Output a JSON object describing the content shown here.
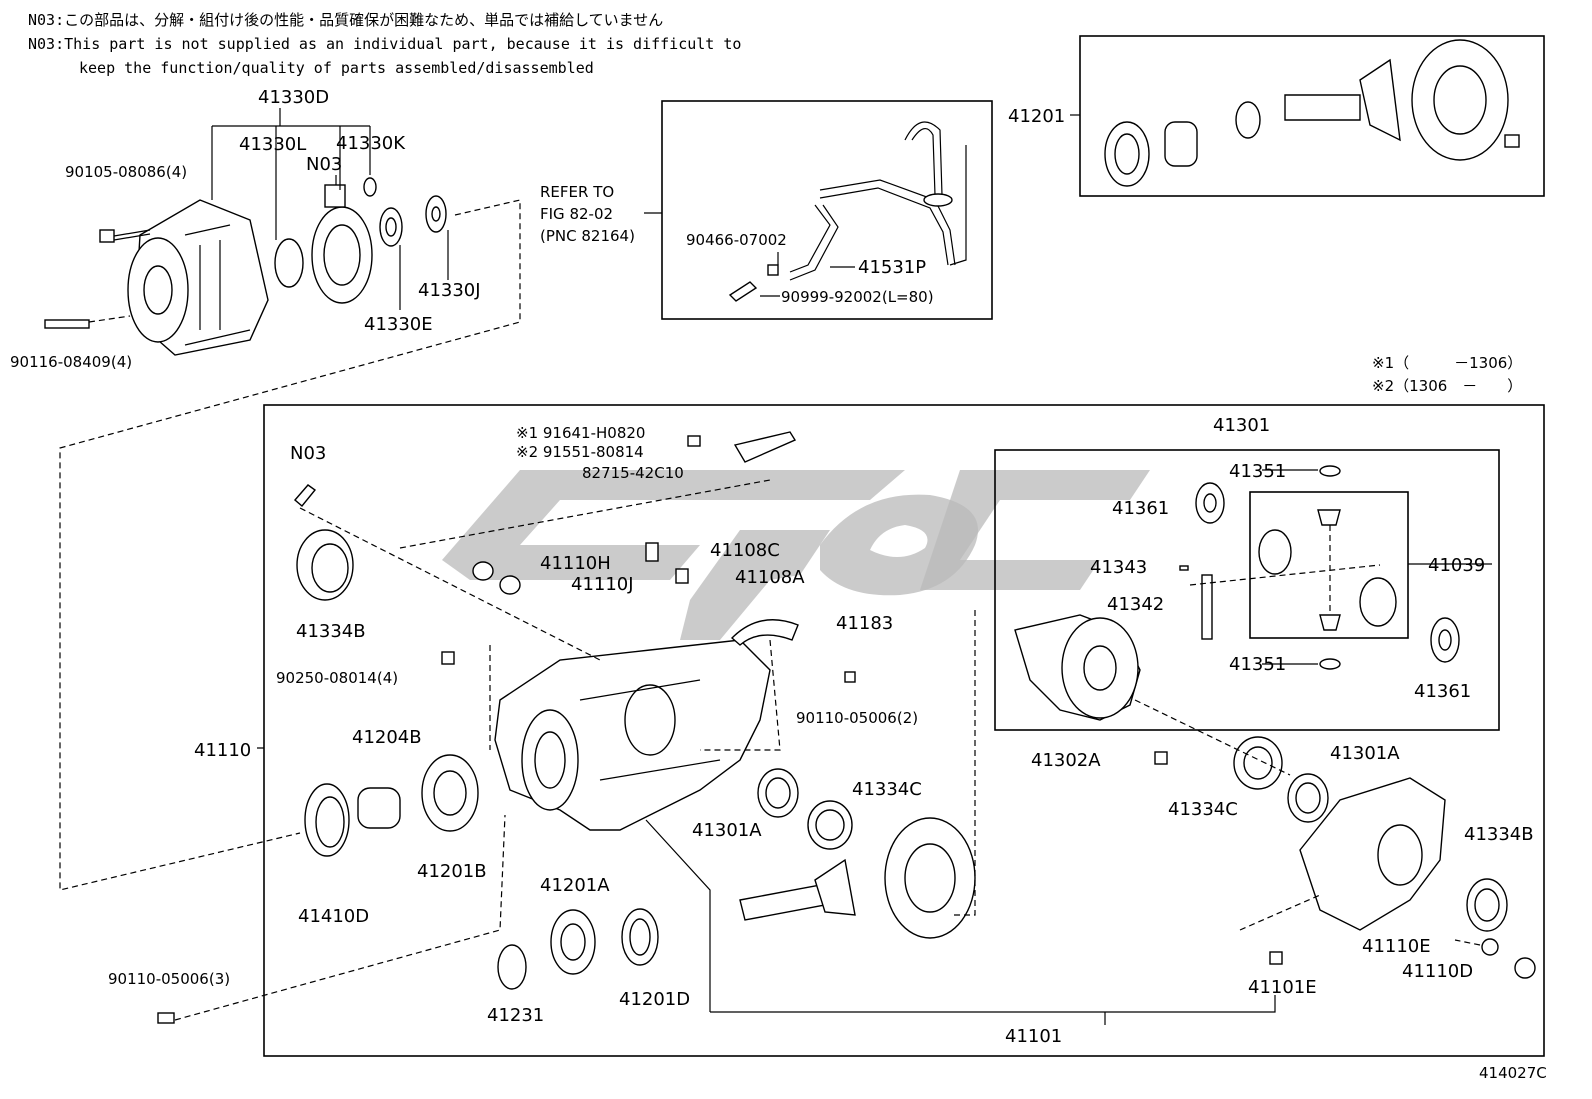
{
  "notes": {
    "line1": "N03:この部品は、分解・組付け後の性能・品質確保が困難なため、単品では補給していません",
    "line2": "N03:This part is not supplied as an individual part, because it is difficult to",
    "line3": "keep the function/quality of parts assembled/disassembled"
  },
  "legend": {
    "l1": "※1（　　　－1306）",
    "l2": "※2（1306　－　　）"
  },
  "refer": {
    "l1": "REFER TO",
    "l2": "FIG 82-02",
    "l3": "(PNC 82164)"
  },
  "figure_id": "414027C",
  "labels": {
    "p41330D": "41330D",
    "p41330L": "41330L",
    "p41330K": "41330K",
    "pN03a": "N03",
    "p90105": "90105-08086(4)",
    "p41330J": "41330J",
    "p41330E": "41330E",
    "p90116": "90116-08409(4)",
    "p90466": "90466-07002",
    "p41531P": "41531P",
    "p90999": "90999-92002(L=80)",
    "p41201top": "41201",
    "p41301": "41301",
    "pN03b": "N03",
    "p91641": "※1 91641-H0820",
    "p91551": "※2 91551-80814",
    "p82715": "82715-42C10",
    "p41334B_l": "41334B",
    "p41110H": "41110H",
    "p41110J": "41110J",
    "p41108C": "41108C",
    "p41108A": "41108A",
    "p41183": "41183",
    "p90250": "90250-08014(4)",
    "p90110a": "90110-05006(2)",
    "p41110": "41110",
    "p41204B": "41204B",
    "p41201B": "41201B",
    "p41410D": "41410D",
    "p41201A": "41201A",
    "p41201D": "41201D",
    "p41231": "41231",
    "p90110b": "90110-05006(3)",
    "p41334C_m": "41334C",
    "p41301A_m": "41301A",
    "p41351a": "41351",
    "p41361a": "41361",
    "p41343": "41343",
    "p41342": "41342",
    "p41039": "41039",
    "p41351b": "41351",
    "p41361b": "41361",
    "p41302A": "41302A",
    "p41301A_r": "41301A",
    "p41334C_r": "41334C",
    "p41334B_r": "41334B",
    "p41110E": "41110E",
    "p41110D": "41110D",
    "p41101E": "41101E",
    "p41101": "41101"
  }
}
